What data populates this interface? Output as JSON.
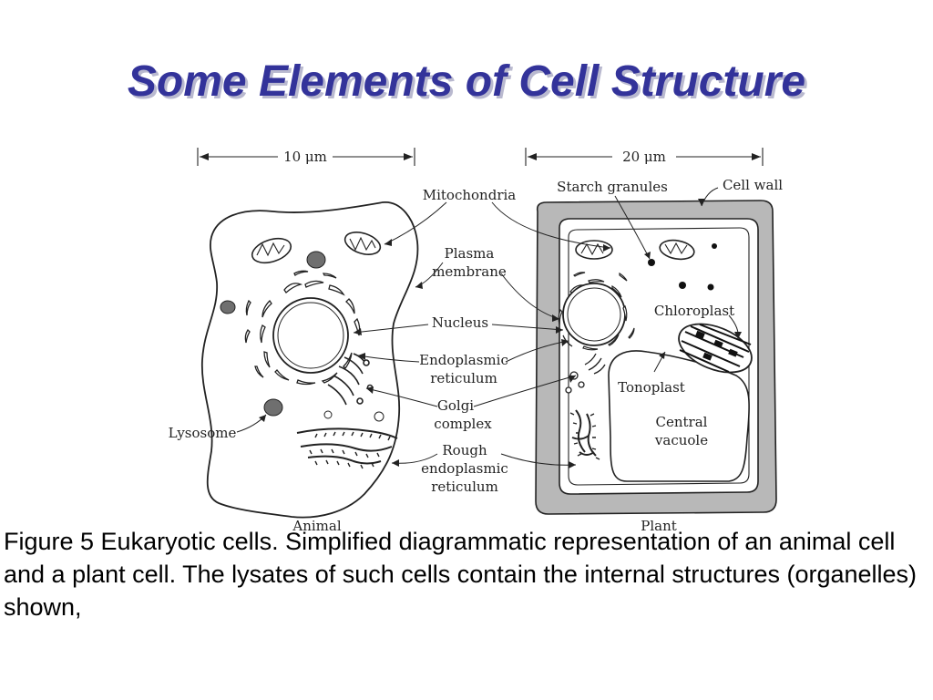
{
  "slide": {
    "title": "Some Elements of Cell Structure",
    "caption": "Figure 5 Eukaryotic cells. Simplified diagrammatic representation of an animal cell and a plant cell. The lysates of such cells contain the internal structures (organelles) shown,"
  },
  "diagram": {
    "scale_animal": "10 μm",
    "scale_plant": "20 μm",
    "labels": {
      "mitochondria": "Mitochondria",
      "plasma_membrane_1": "Plasma",
      "plasma_membrane_2": "membrane",
      "nucleus": "Nucleus",
      "er_1": "Endoplasmic",
      "er_2": "reticulum",
      "golgi_1": "Golgi",
      "golgi_2": "complex",
      "rough_er_1": "Rough",
      "rough_er_2": "endoplasmic",
      "rough_er_3": "reticulum",
      "lysosome": "Lysosome",
      "starch": "Starch granules",
      "cell_wall": "Cell wall",
      "chloroplast": "Chloroplast",
      "tonoplast": "Tonoplast",
      "vacuole_1": "Central",
      "vacuole_2": "vacuole",
      "animal": "Animal",
      "plant": "Plant"
    },
    "colors": {
      "cell_wall_fill": "#b8b8b8",
      "organelle_dark": "#6f6f6f"
    }
  }
}
